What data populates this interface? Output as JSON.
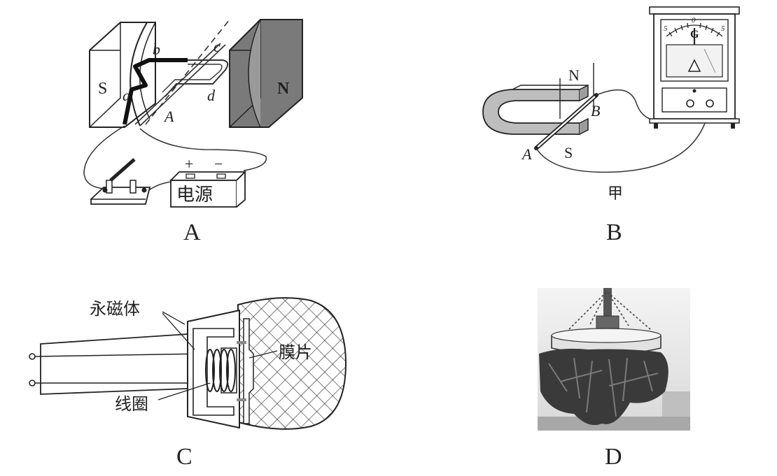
{
  "panelA": {
    "caption": "A",
    "magnet_left": "S",
    "magnet_right": "N",
    "point_a": "a",
    "point_b": "b",
    "point_c": "c",
    "point_d": "d",
    "rod": "A",
    "power_plus": "+",
    "power_minus": "−",
    "power_label": "电源"
  },
  "panelB": {
    "caption": "B",
    "sub_caption": "甲",
    "pole_n": "N",
    "pole_s": "S",
    "rod_end_a": "A",
    "rod_end_b": "B",
    "meter_letter": "G",
    "scale_left": "5",
    "scale_mid": "0",
    "scale_right": "5"
  },
  "panelC": {
    "caption": "C",
    "label_magnet": "永磁体",
    "label_membrane": "膜片",
    "label_coil": "线圈"
  },
  "panelD": {
    "caption": "D"
  }
}
